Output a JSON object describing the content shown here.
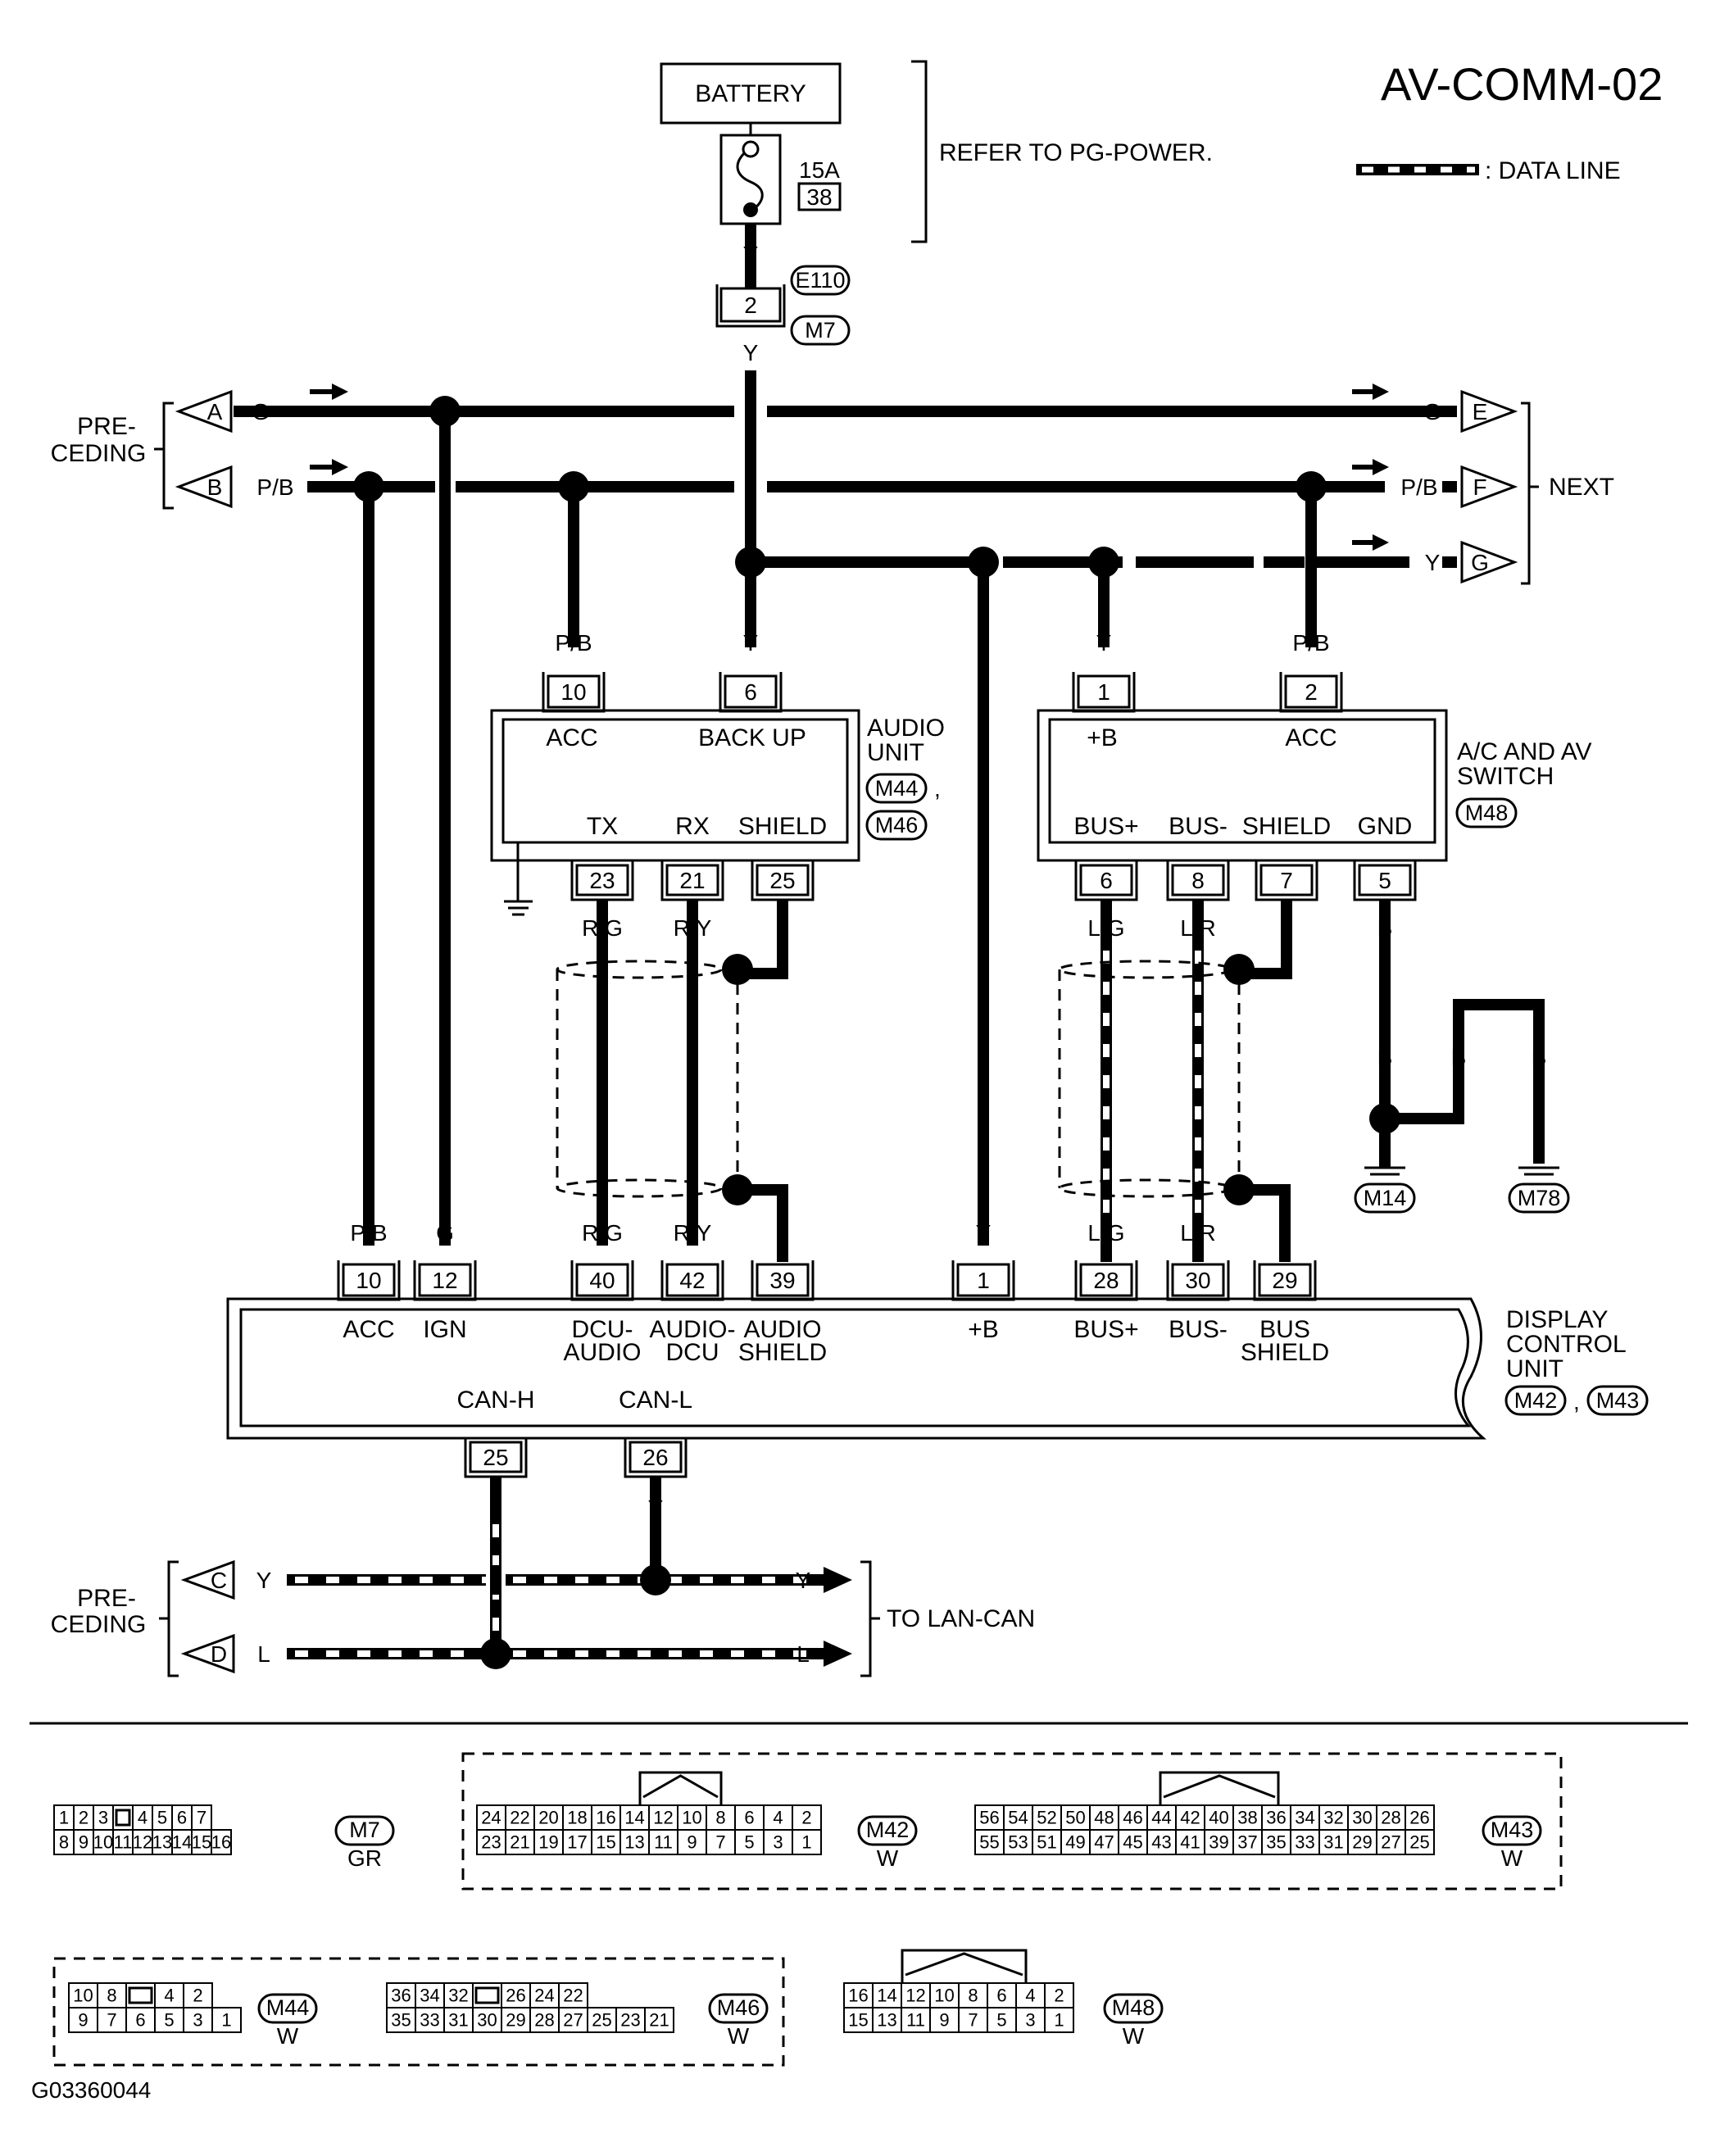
{
  "title": "AV-COMM-02",
  "legend": {
    "data_line": ": DATA LINE"
  },
  "battery": {
    "label": "BATTERY",
    "fuse_amp": "15A",
    "fuse_no": "38",
    "refer": "REFER TO PG-POWER."
  },
  "joint": {
    "wire_top": "Y",
    "wire_bottom": "Y",
    "pin": "2",
    "conn_a": "E110",
    "conn_b": "M7"
  },
  "preceding_label": "PRE-\nCEDING",
  "next_label": "NEXT",
  "to_lan_can": "TO LAN-CAN",
  "arrows": {
    "a": "A",
    "b": "B",
    "c": "C",
    "d": "D",
    "e": "E",
    "f": "F",
    "g": "G"
  },
  "colors": {
    "g": "G",
    "pb": "P/B",
    "y": "Y",
    "l": "L",
    "b": "B",
    "rg": "R/G",
    "ry": "R/Y",
    "lg": "L/G",
    "lr": "L/R"
  },
  "audio_unit": {
    "name": "AUDIO\nUNIT",
    "conn1": "M44",
    "conn2": "M46",
    "comma": ",",
    "pins": {
      "acc": "10",
      "backup": "6",
      "tx": "23",
      "rx": "21",
      "shield": "25"
    },
    "labels": {
      "acc": "ACC",
      "backup": "BACK UP",
      "tx": "TX",
      "rx": "RX",
      "shield": "SHIELD"
    }
  },
  "ac_switch": {
    "name": "A/C AND AV\nSWITCH",
    "conn": "M48",
    "pins": {
      "b": "1",
      "acc": "2",
      "busp": "6",
      "busm": "8",
      "shield": "7",
      "gnd": "5"
    },
    "labels": {
      "b": "+B",
      "acc": "ACC",
      "busp": "BUS+",
      "busm": "BUS-",
      "shield": "SHIELD",
      "gnd": "GND"
    }
  },
  "dcu": {
    "name": "DISPLAY\nCONTROL\nUNIT",
    "conn1": "M42",
    "conn2": "M43",
    "comma": ",",
    "pins": {
      "acc": "10",
      "ign": "12",
      "dcua": "40",
      "adcu": "42",
      "ashield": "39",
      "b": "1",
      "busp": "28",
      "busm": "30",
      "bshield": "29",
      "canh": "25",
      "canl": "26"
    },
    "labels": {
      "acc": "ACC",
      "ign": "IGN",
      "dcua": "DCU-\nAUDIO",
      "adcu": "AUDIO-\nDCU",
      "ashield": "AUDIO\nSHIELD",
      "b": "+B",
      "busp": "BUS+",
      "busm": "BUS-",
      "bshield": "BUS\nSHIELD",
      "canh": "CAN-H",
      "canl": "CAN-L"
    }
  },
  "grounds": {
    "g1": "M14",
    "g2": "M78"
  },
  "connectors": {
    "m7": {
      "id": "M7",
      "color": "GR",
      "row1": [
        "1",
        "2",
        "3",
        "",
        "4",
        "5",
        "6",
        "7"
      ],
      "row2": [
        "8",
        "9",
        "10",
        "11",
        "12",
        "13",
        "14",
        "15",
        "16"
      ]
    },
    "m42": {
      "id": "M42",
      "color": "W",
      "row1": [
        "24",
        "22",
        "20",
        "18",
        "16",
        "14",
        "12",
        "10",
        "8",
        "6",
        "4",
        "2"
      ],
      "row2": [
        "23",
        "21",
        "19",
        "17",
        "15",
        "13",
        "11",
        "9",
        "7",
        "5",
        "3",
        "1"
      ]
    },
    "m43": {
      "id": "M43",
      "color": "W",
      "row1": [
        "56",
        "54",
        "52",
        "50",
        "48",
        "46",
        "44",
        "42",
        "40",
        "38",
        "36",
        "34",
        "32",
        "30",
        "28",
        "26"
      ],
      "row2": [
        "55",
        "53",
        "51",
        "49",
        "47",
        "45",
        "43",
        "41",
        "39",
        "37",
        "35",
        "33",
        "31",
        "29",
        "27",
        "25"
      ]
    },
    "m44": {
      "id": "M44",
      "color": "W",
      "row1": [
        "10",
        "8",
        "",
        "4",
        "2"
      ],
      "row2": [
        "9",
        "7",
        "6",
        "5",
        "3",
        "1"
      ]
    },
    "m46": {
      "id": "M46",
      "color": "W",
      "row1": [
        "36",
        "34",
        "32",
        "",
        "26",
        "24",
        "22"
      ],
      "row2": [
        "35",
        "33",
        "31",
        "30",
        "29",
        "28",
        "27",
        "25",
        "23",
        "21"
      ]
    },
    "m48": {
      "id": "M48",
      "color": "W",
      "row1": [
        "16",
        "14",
        "12",
        "10",
        "8",
        "6",
        "4",
        "2"
      ],
      "row2": [
        "15",
        "13",
        "11",
        "9",
        "7",
        "5",
        "3",
        "1"
      ]
    }
  },
  "figure_id": "G03360044"
}
